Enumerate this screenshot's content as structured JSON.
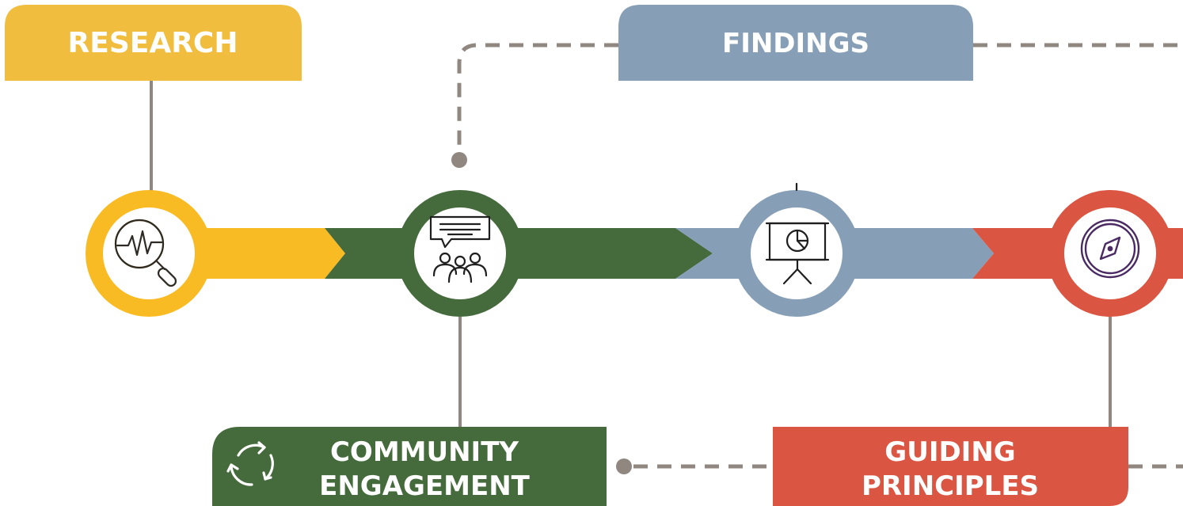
{
  "colors": {
    "research": "#F0BD3E",
    "research_node": "#F9BB23",
    "engagement": "#456A3C",
    "findings": "#879FB6",
    "principles": "#DA5542",
    "connector": "#8F8780",
    "icon_dark": "#1f1f1f",
    "compass_icon": "#4B2A63",
    "research_icon": "#2e2a24"
  },
  "labels": {
    "research": "RESEARCH",
    "findings": "FINDINGS",
    "community_line1": "COMMUNITY",
    "community_line2": "ENGAGEMENT",
    "guiding_line1": "GUIDING",
    "guiding_line2": "PRINCIPLES"
  },
  "icons": {
    "research": "magnifier-pulse-icon",
    "engagement": "audience-speech-icon",
    "findings": "presentation-chart-icon",
    "principles": "compass-icon",
    "cycle": "refresh-cycle-icon"
  }
}
